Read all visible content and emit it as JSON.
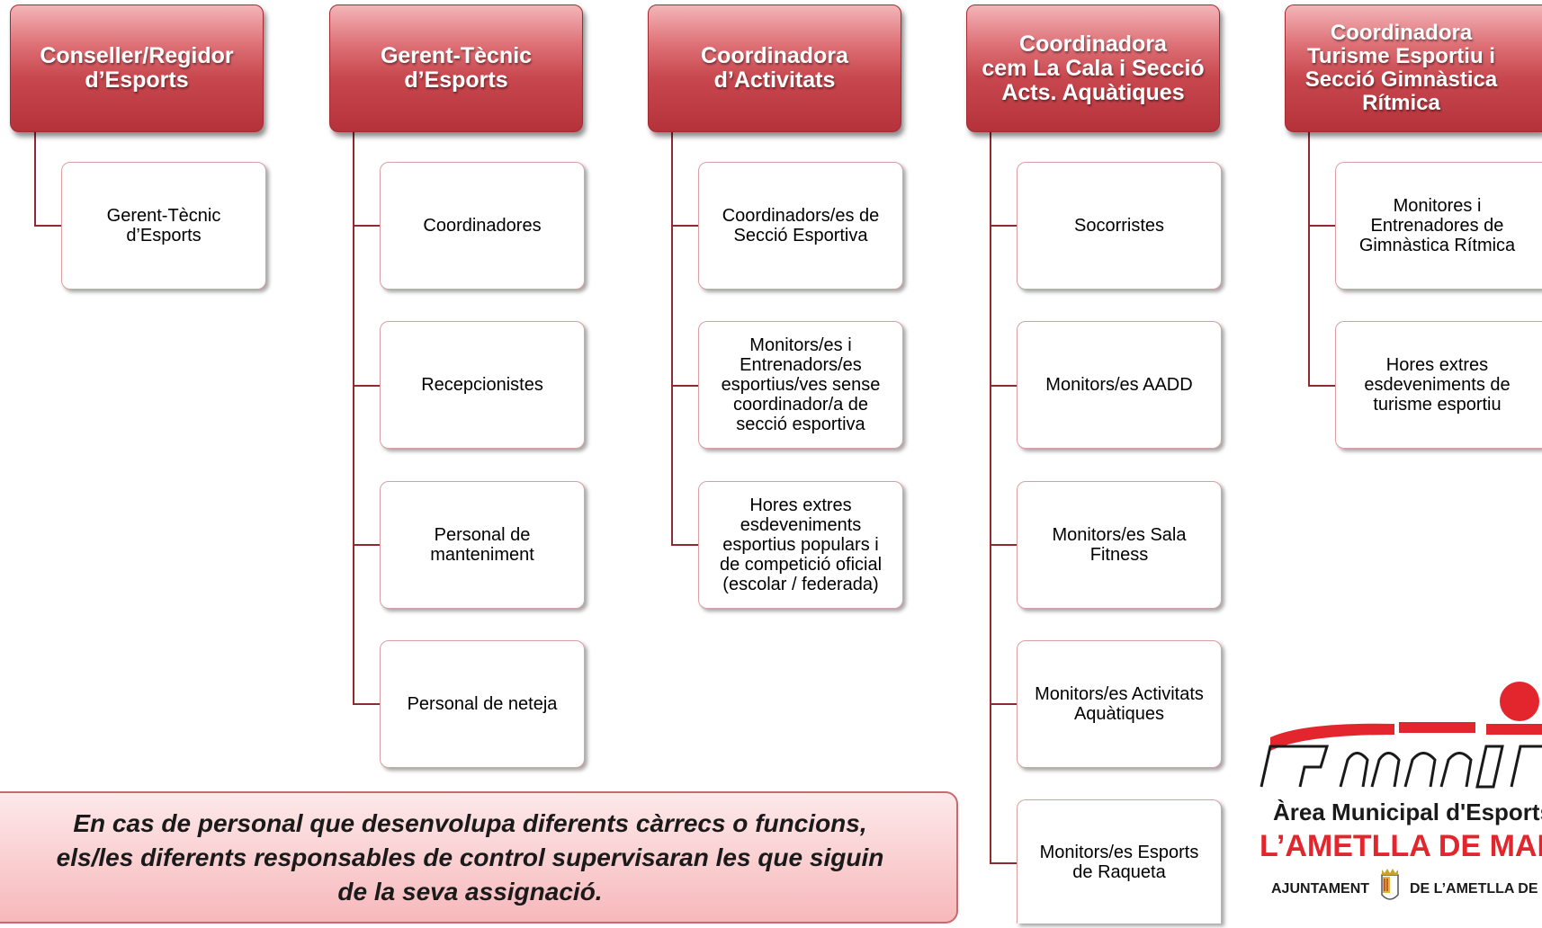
{
  "columns": [
    {
      "title": "Conseller/Regidor\nd’Esports",
      "items": [
        "Gerent-Tècnic\nd’Esports"
      ]
    },
    {
      "title": "Gerent-Tècnic\nd’Esports",
      "items": [
        "Coordinadores",
        "Recepcionistes",
        "Personal de\nmanteniment",
        "Personal de neteja"
      ]
    },
    {
      "title": "Coordinadora\nd’Activitats",
      "items": [
        "Coordinadors/es de\nSecció Esportiva",
        "Monitors/es i\nEntrenadors/es\nesportius/ves sense\ncoordinador/a de\nsecció esportiva",
        "Hores extres\nesdeveniments\nesportius populars i\nde competició oficial\n(escolar / federada)"
      ]
    },
    {
      "title": "Coordinadora\ncem La Cala i Secció\nActs. Aquàtiques",
      "items": [
        "Socorristes",
        "Monitors/es AADD",
        "Monitors/es Sala\nFitness",
        "Monitors/es Activitats\nAquàtiques",
        "Monitors/es Esports\nde Raqueta"
      ]
    },
    {
      "title": "Coordinadora\nTurisme Esportiu i\nSecció Gimnàstica\nRítmica",
      "items": [
        "Monitores i\nEntrenadores de\nGimnàstica Rítmica",
        "Hores extres\nesdeveniments de\nturisme esportiu"
      ]
    }
  ],
  "note": "En cas de personal que desenvolupa diferents càrrecs o funcions,\nels/les diferents responsables de control supervisaran les que siguin\nde la seva assignació.",
  "logo": {
    "line1": "Àrea Municipal d'Esports",
    "line2": "L’AMETLLA DE MAR",
    "line3_left": "AJUNTAMENT",
    "line3_right": "DE L’AMETLLA DE MAR",
    "red": "#e3262d"
  }
}
